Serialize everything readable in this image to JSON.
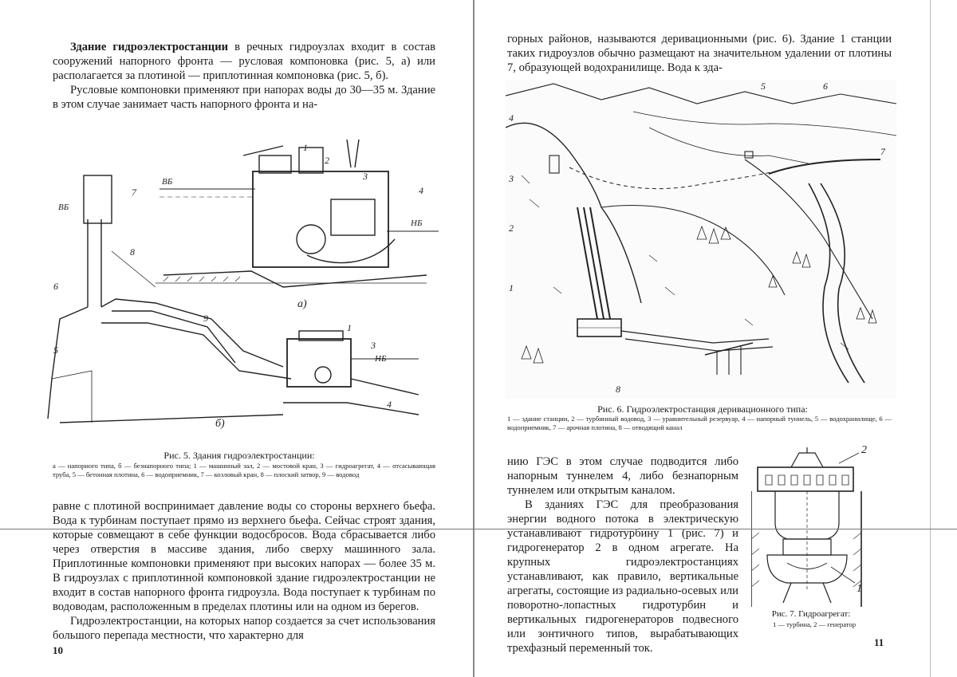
{
  "left_page": {
    "para1_bold": "Здание гидроэлектростанции",
    "para1_rest": " в речных гидроузлах входит в состав сооружений напорного фронта — русловая компоновка (рис. 5, а) или располагается за плотиной — приплотинная компоновка (рис. 5, б).",
    "para2": "Русловые компоновки применяют при напорах воды до 30—35 м. Здание в этом случае занимает часть напорного фронта и на-",
    "fig5_title": "Рис. 5. Здания гидроэлектростанции:",
    "fig5_legend": "а — напорного типа, б — безнапорного типа; 1 — машинный зал, 2 — мостовой кран, 3 — гидроагрегат, 4 — отсасывающая труба, 5 — бетонная плотина, 6 — водоприемник, 7 — козловый кран, 8 — плоский затвор, 9 — водовод",
    "fig5_labels": {
      "a": "а)",
      "b": "б)",
      "vb": "ВБ",
      "nb": "НБ",
      "n1": "1",
      "n2": "2",
      "n3": "3",
      "n4": "4",
      "n5": "5",
      "n6": "6",
      "n7": "7",
      "n8": "8",
      "n9": "9"
    },
    "para3": "равне с плотиной воспринимает давление воды со стороны верхнего бьефа. Вода к турбинам поступает прямо из верхнего бьефа. Сейчас строят здания, которые совмещают в себе функции водосбросов. Вода сбрасывается либо через отверстия в массиве здания, либо сверху машинного зала. Приплотинные компоновки применяют при высоких напорах — более 35 м. В гидроузлах с приплотинной компоновкой здание гидроэлектростанции не входит в состав напорного фронта гидроузла. Вода поступает к турбинам по водоводам, расположенным в пределах плотины или на одном из берегов.",
    "para4": "Гидроэлектростанции, на которых напор создается за счет использования большого перепада местности, что характерно для",
    "page_number": "10"
  },
  "right_page": {
    "para1": "горных районов, называются деривационными (рис. 6). Здание 1 станции таких гидроузлов обычно размещают на значительном удалении от плотины 7, образующей водохранилище. Вода к зда-",
    "fig6_title": "Рис. 6. Гидроэлектростанция деривационного типа:",
    "fig6_legend": "1 — здание станции, 2 — турбинный водовод, 3 — уравнительный резервуар, 4 — напорный туннель, 5 — водохранилище, 6 — водоприемник, 7 — арочная плотина, 8 — отводящий канал",
    "fig6_labels": {
      "n1": "1",
      "n2": "2",
      "n3": "3",
      "n4": "4",
      "n5": "5",
      "n6": "6",
      "n7": "7",
      "n8": "8"
    },
    "para2": "нию ГЭС в этом случае подводится либо напорным туннелем 4, либо безнапорным туннелем или открытым каналом.",
    "para3": "В зданиях ГЭС для преобразования энергии водного потока в электрическую устанавливают гидротурбину 1 (рис. 7) и гидрогенератор 2 в одном агрегате. На крупных гидроэлектростанциях устанавливают, как правило, вертикальные агрегаты, состоящие из радиально-осевых или поворотно-лопастных гидротурбин и вертикальных гидрогенераторов подвесного или зонтичного типов, вырабатывающих трехфазный переменный ток.",
    "fig7_title": "Рис. 7. Гидроагрегат:",
    "fig7_legend": "1 — турбина, 2 — генератор",
    "fig7_labels": {
      "n1": "1",
      "n2": "2"
    },
    "page_number": "11"
  }
}
